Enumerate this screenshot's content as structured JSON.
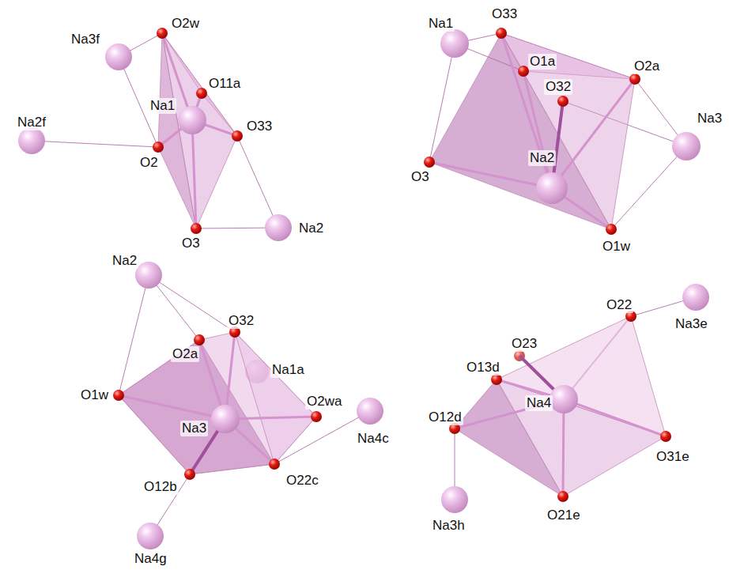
{
  "diagram": {
    "labels": [
      "Na3f",
      "O2w",
      "O11a",
      "Na1",
      "O33",
      "Na2f",
      "O2",
      "O3",
      "Na2",
      "Na1",
      "O33",
      "O1a",
      "O32",
      "O2a",
      "Na2",
      "O3",
      "Na3",
      "O1w",
      "Na2",
      "O32",
      "O2a",
      "Na1a",
      "O1w",
      "O2wa",
      "Na3",
      "Na4c",
      "O22c",
      "O12b",
      "Na4g",
      "O22",
      "Na3e",
      "O23",
      "O13d",
      "Na4",
      "O12d",
      "O31e",
      "Na3h",
      "O21e"
    ]
  }
}
